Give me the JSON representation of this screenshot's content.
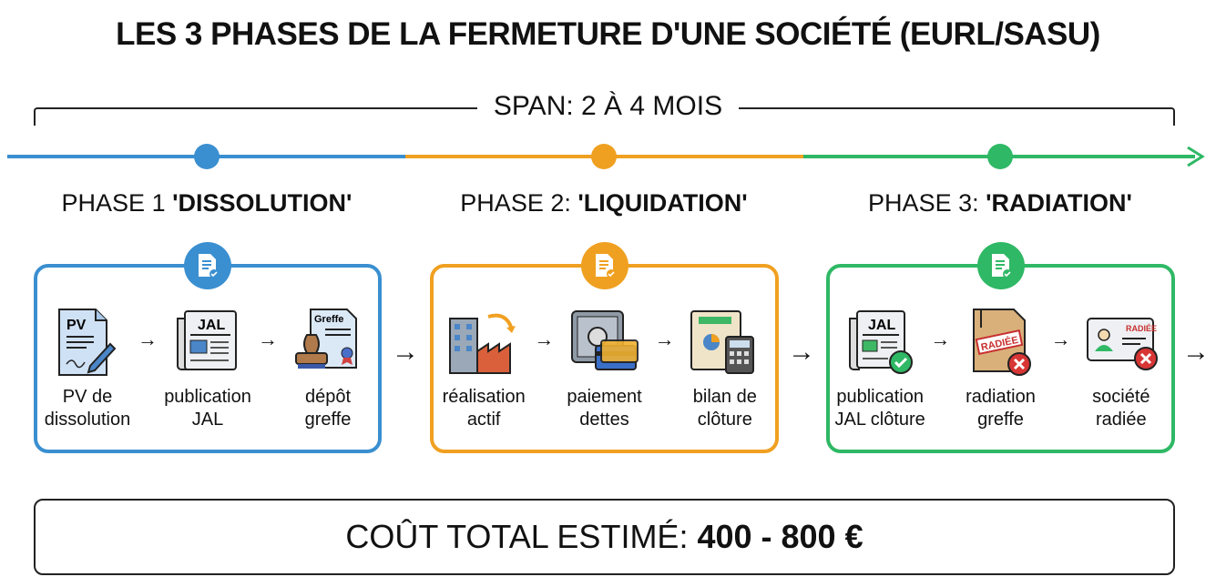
{
  "title": "LES 3 PHASES DE LA FERMETURE D'UNE SOCIÉTÉ (EURL/SASU)",
  "span": "SPAN: 2 À 4 MOIS",
  "colors": {
    "phase1": "#3a8fd0",
    "phase2": "#f0a021",
    "phase3": "#2fb865"
  },
  "phases": [
    {
      "prefix": "PHASE 1 ",
      "name": "'DISSOLUTION'",
      "icon": "document-check-icon",
      "items": [
        {
          "label_1": "PV de",
          "label_2": "dissolution",
          "icon": "pv-document-pen-icon",
          "icon_text": "PV"
        },
        {
          "label_1": "publication",
          "label_2": "JAL",
          "icon": "newspaper-icon",
          "icon_text": "JAL"
        },
        {
          "label_1": "dépôt",
          "label_2": "greffe",
          "icon": "stamp-certificate-icon",
          "icon_text": "Greffe"
        }
      ]
    },
    {
      "prefix": "PHASE 2: ",
      "name": "'LIQUIDATION'",
      "icon": "document-check-icon",
      "items": [
        {
          "label_1": "réalisation",
          "label_2": "actif",
          "icon": "buildings-factory-icon"
        },
        {
          "label_1": "paiement",
          "label_2": "dettes",
          "icon": "safe-cards-icon"
        },
        {
          "label_1": "bilan de",
          "label_2": "clôture",
          "icon": "ledger-calculator-icon"
        }
      ]
    },
    {
      "prefix": "PHASE 3: ",
      "name": "'RADIATION'",
      "icon": "document-check-icon",
      "items": [
        {
          "label_1": "publication",
          "label_2": "JAL clôture",
          "icon": "newspaper-check-icon",
          "icon_text": "JAL"
        },
        {
          "label_1": "radiation",
          "label_2": "greffe",
          "icon": "folder-radiee-icon",
          "icon_text": "RADIÉE"
        },
        {
          "label_1": "société",
          "label_2": "radiée",
          "icon": "id-card-radiee-icon",
          "icon_text": "RADIÉE"
        }
      ]
    }
  ],
  "cost": {
    "label": "COÛT TOTAL ESTIMÉ:",
    "value": "400 - 800 €"
  }
}
